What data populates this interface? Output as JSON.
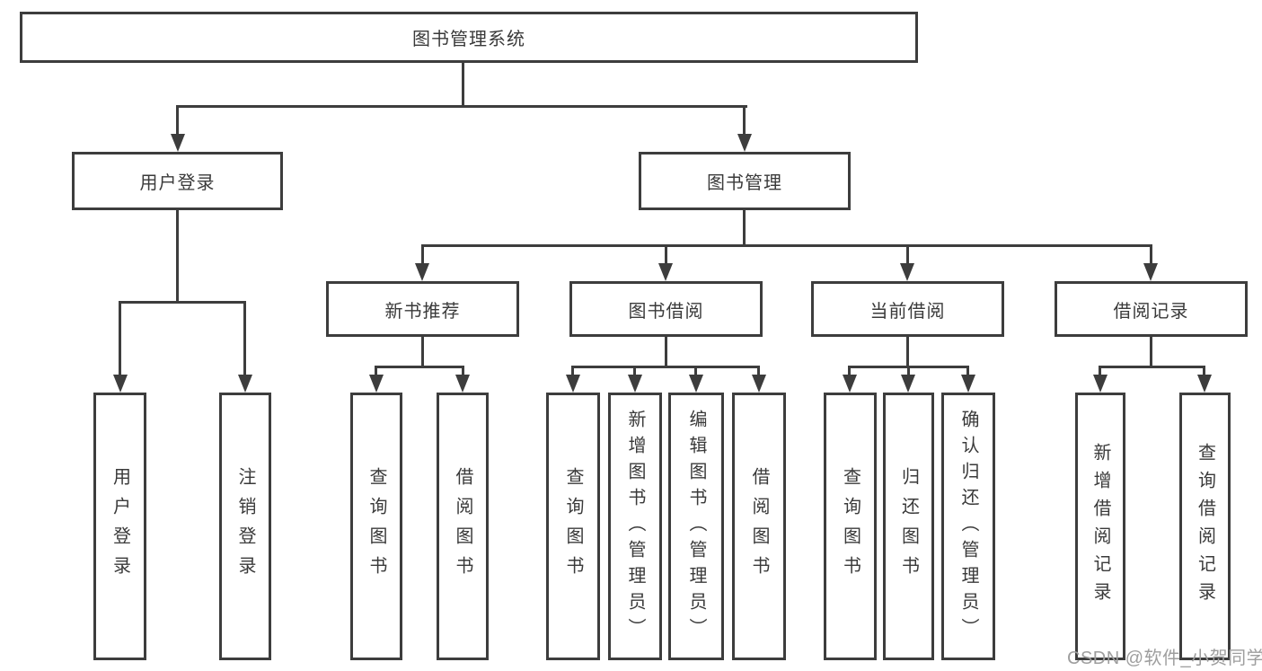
{
  "tree": {
    "root": {
      "label": "图书管理系统"
    },
    "level2": [
      {
        "id": "user-login",
        "label": "用户登录"
      },
      {
        "id": "book-management",
        "label": "图书管理"
      }
    ],
    "level3": [
      {
        "id": "new-book-recommend",
        "parent": "图书管理",
        "label": "新书推荐"
      },
      {
        "id": "book-borrowing",
        "parent": "图书管理",
        "label": "图书借阅"
      },
      {
        "id": "current-borrowing",
        "parent": "图书管理",
        "label": "当前借阅"
      },
      {
        "id": "borrowing-records",
        "parent": "图书管理",
        "label": "借阅记录"
      }
    ],
    "leaves": [
      {
        "parent": "用户登录",
        "label": "用户登录"
      },
      {
        "parent": "用户登录",
        "label": "注销登录"
      },
      {
        "parent": "新书推荐",
        "label": "查询图书"
      },
      {
        "parent": "新书推荐",
        "label": "借阅图书"
      },
      {
        "parent": "图书借阅",
        "label": "查询图书"
      },
      {
        "parent": "图书借阅",
        "label": "新增图书（管理员）"
      },
      {
        "parent": "图书借阅",
        "label": "编辑图书（管理员）"
      },
      {
        "parent": "图书借阅",
        "label": "借阅图书"
      },
      {
        "parent": "当前借阅",
        "label": "查询图书"
      },
      {
        "parent": "当前借阅",
        "label": "归还图书"
      },
      {
        "parent": "当前借阅",
        "label": "确认归还（管理员）"
      },
      {
        "parent": "借阅记录",
        "label": "新增借阅记录"
      },
      {
        "parent": "借阅记录",
        "label": "查询借阅记录"
      }
    ]
  },
  "watermark": "CSDN @软件_小贺同学",
  "colors": {
    "line": "#3d3d3d",
    "ink": "#3a3a3a",
    "wm": "#9e9e9e",
    "bg": "#ffffff"
  }
}
